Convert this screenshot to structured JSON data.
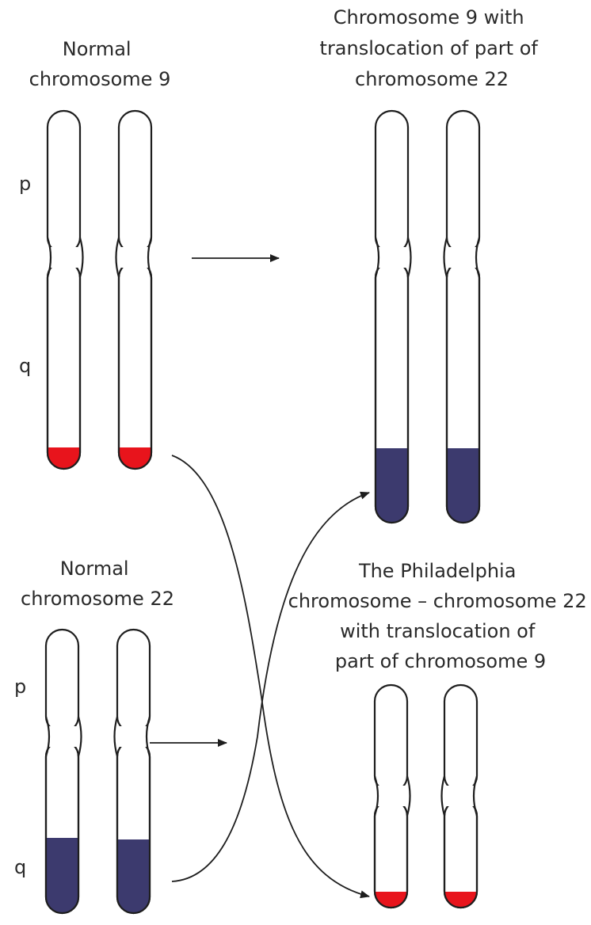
{
  "labels": {
    "normal_chr9": [
      "Normal",
      "chromosome 9"
    ],
    "chr9_translocation": [
      "Chromosome 9 with",
      "translocation of part of",
      "chromosome 22"
    ],
    "normal_chr22": [
      "Normal",
      "chromosome 22"
    ],
    "philadelphia": [
      "The Philadelphia",
      "chromosome – chromosome 22",
      "with translocation of",
      "part of chromosome 9"
    ],
    "p_arm": "p",
    "q_arm": "q"
  },
  "colors": {
    "chr9_segment": "#e8141c",
    "chr22_segment": "#3c3a6e",
    "outline": "#1e1e1e",
    "text": "#2a2a2a"
  }
}
